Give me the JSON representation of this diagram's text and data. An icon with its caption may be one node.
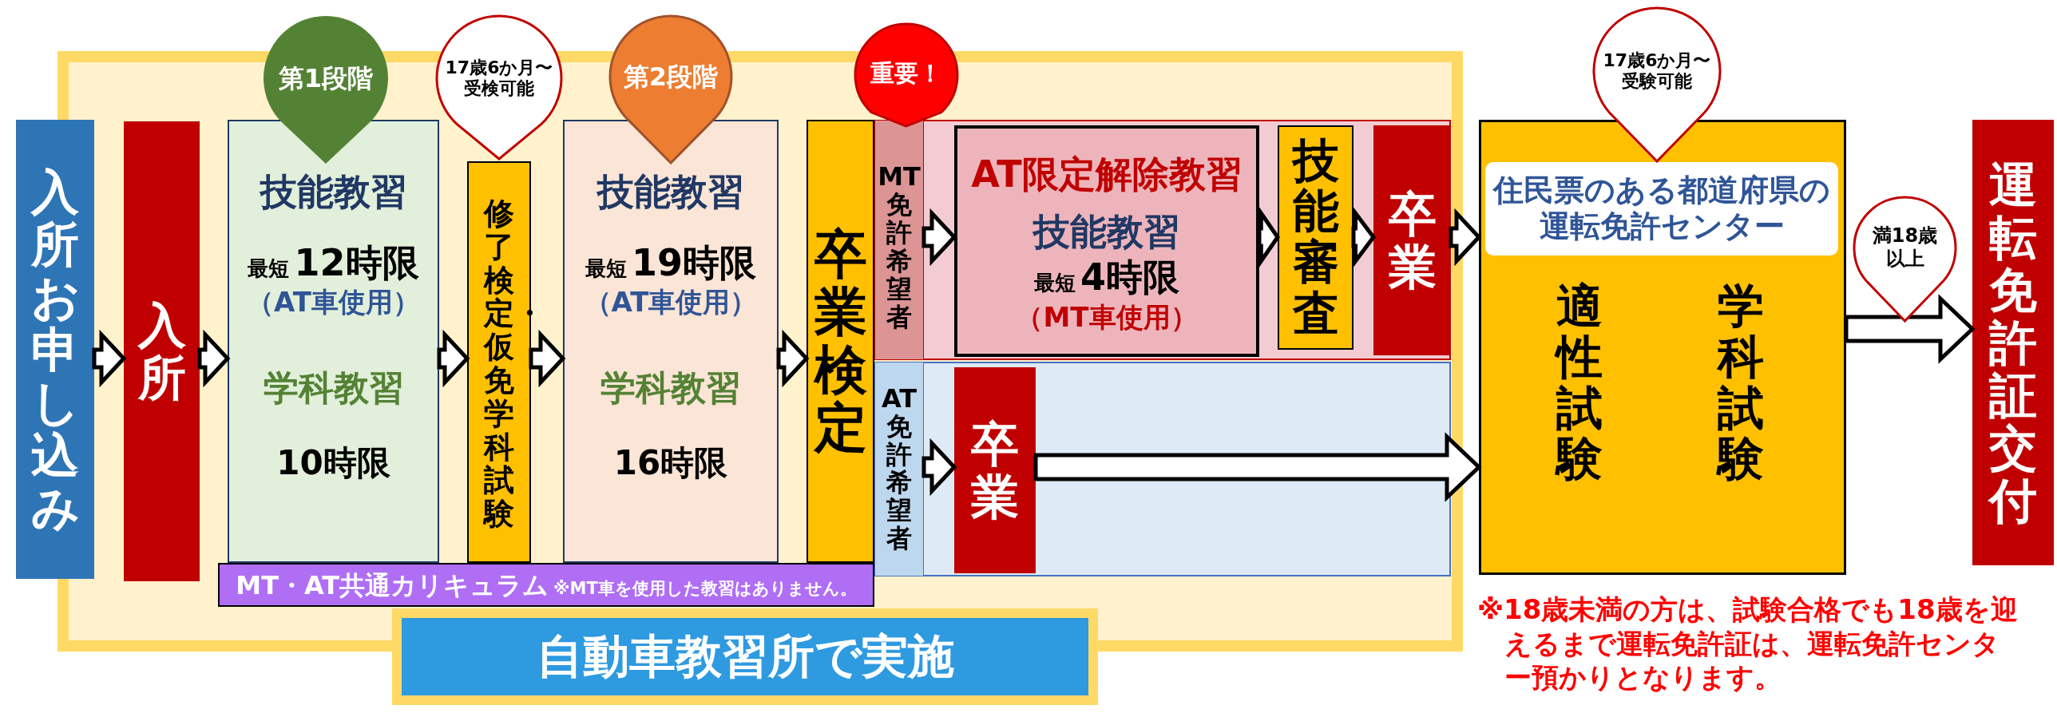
{
  "diagram": {
    "nodes": [
      {
        "text": [],
        "shape": "box"
      },
      {
        "text": [
          "入所お申し込み"
        ]
      },
      {
        "text": [
          "入所"
        ],
        "in": 0
      },
      {
        "text": [
          "第1段階"
        ]
      },
      {
        "text": [
          "技能教習",
          "最短",
          "12時限",
          "（AT車使用）",
          "学科教習",
          "10時限"
        ],
        "in": 0
      },
      {
        "text": [
          "17歳6か月〜受検可能"
        ]
      },
      {
        "text": [
          "修了検定・仮免学科試験"
        ],
        "in": 0
      },
      {
        "text": [
          "第2段階"
        ]
      },
      {
        "text": [
          "技能教習",
          "最短",
          "19時限",
          "（AT車使用）",
          "学科教習",
          "16時限"
        ],
        "in": 0
      },
      {
        "text": [
          "重要！"
        ]
      },
      {
        "text": [
          "卒業検定"
        ],
        "in": 0
      },
      {
        "text": [],
        "shape": "box",
        "in": 0
      },
      {
        "text": [
          "MT免許希望者"
        ],
        "in": 11
      },
      {
        "text": [
          "AT限定解除教習",
          "技能教習",
          "最短",
          "4時限",
          "（MT車使用）"
        ],
        "in": 11
      },
      {
        "text": [
          "技能審査"
        ],
        "in": 11
      },
      {
        "text": [
          "卒業"
        ],
        "in": 11
      },
      {
        "text": [],
        "shape": "box",
        "in": 0
      },
      {
        "text": [
          "AT免許希望者"
        ],
        "in": 16
      },
      {
        "text": [
          "卒業"
        ],
        "in": 16
      },
      {
        "text": [
          "MT・AT共通カリキュラム",
          "※MT車を使用した教習はありません。"
        ],
        "in": 0
      },
      {
        "text": [
          "自動車教習所で実施"
        ]
      },
      {
        "text": [
          "17歳6か月〜受験可能"
        ]
      },
      {
        "text": [
          "適性試験",
          "学科試験"
        ]
      },
      {
        "text": [
          "住民票のある都道府県の運転免許センター"
        ],
        "in": 22
      },
      {
        "text": [
          "満18歳以上"
        ]
      },
      {
        "text": [
          "運転免許証交付"
        ]
      }
    ],
    "edges": [
      {
        "from": 1,
        "to": 2,
        "arrow": "to"
      },
      {
        "from": 2,
        "to": 4,
        "arrow": "to"
      },
      {
        "from": 4,
        "to": 6,
        "arrow": "to"
      },
      {
        "from": 6,
        "to": 8,
        "arrow": "to"
      },
      {
        "from": 8,
        "to": 10,
        "arrow": "to"
      },
      {
        "from": 12,
        "to": 13,
        "arrow": "to"
      },
      {
        "from": 13,
        "to": 14,
        "arrow": "to"
      },
      {
        "from": 14,
        "to": 15,
        "arrow": "to"
      },
      {
        "from": 15,
        "to": 22,
        "arrow": "to"
      },
      {
        "from": 17,
        "to": 18,
        "arrow": "to"
      },
      {
        "from": 18,
        "to": 22,
        "arrow": "to"
      },
      {
        "from": 22,
        "to": 25,
        "arrow": "to"
      }
    ],
    "labels": [
      "※18歳未満の方は、試験合格でも18歳を迎えるまで運転免許証は、運転免許センター預かりとなります。"
    ]
  }
}
